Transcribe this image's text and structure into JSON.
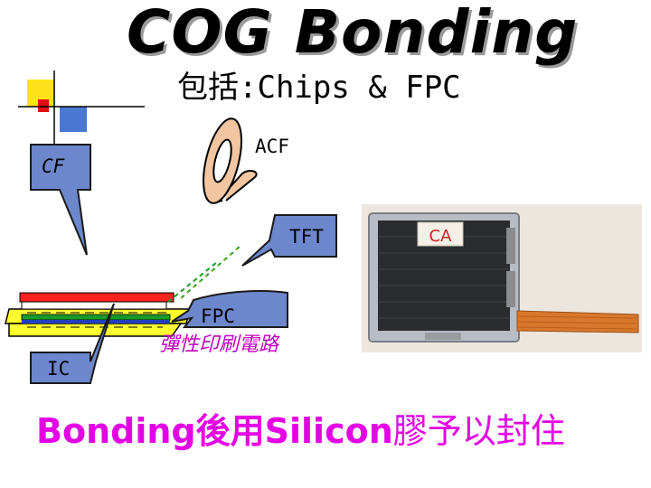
{
  "title": "COG Bonding",
  "subtitle": "包括:Chips & FPC",
  "labels": {
    "cf": "CF",
    "acf": "ACF",
    "tft": "TFT",
    "fpc": "FPC",
    "fpc_chinese": "彈性印刷電路",
    "ic": "IC"
  },
  "photo": {
    "sticker_text": "CA"
  },
  "bottom_note": {
    "latin": "Bonding",
    "cjk": "後用",
    "material": "Silicon",
    "rest": "膠予以封住"
  },
  "colors": {
    "accent_yellow": "#ffe21a",
    "accent_red": "#e01010",
    "accent_blue": "#4a78d0",
    "callout_fill": "#6d87cc",
    "callout_stroke": "#1a1a1a",
    "layer_red": "#ff2020",
    "layer_green": "#1a9a2a",
    "layer_yellow": "#ffff30",
    "note_magenta": "#e400e4",
    "fpc_cn_purple": "#c000c0",
    "tape_roll": "#f3c5a0",
    "flex_cable": "#d9782c"
  }
}
